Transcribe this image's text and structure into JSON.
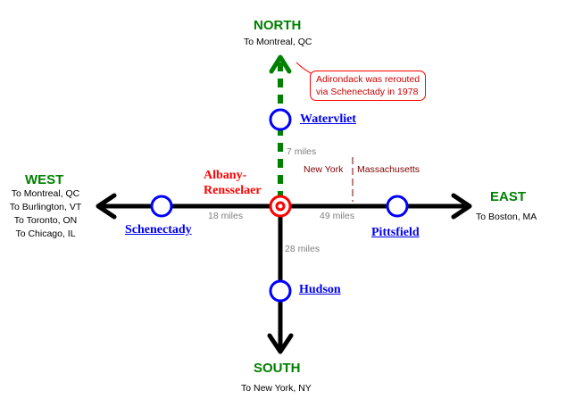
{
  "colors": {
    "direction": "#008000",
    "station_link": "#0000ee",
    "hub": "#ff0000",
    "miles": "#808080",
    "state": "#800000",
    "note": "#cc0000",
    "track": "#000000",
    "rerouted_track": "#008000",
    "station_ring": "#0000ff"
  },
  "directions": {
    "north": {
      "label": "NORTH",
      "destinations": [
        "To Montreal, QC"
      ]
    },
    "south": {
      "label": "SOUTH",
      "destinations": [
        "To New York, NY"
      ]
    },
    "east": {
      "label": "EAST",
      "destinations": [
        "To Boston, MA"
      ]
    },
    "west": {
      "label": "WEST",
      "destinations": [
        "To Montreal, QC",
        "To Burlington, VT",
        "To Toronto, ON",
        "To Chicago, IL"
      ]
    }
  },
  "hub": {
    "line1": "Albany-",
    "line2": "Rensselaer"
  },
  "stations": {
    "north": "Watervliet",
    "west": "Schenectady",
    "east": "Pittsfield",
    "south": "Hudson"
  },
  "distances": {
    "north": "7 miles",
    "west": "18 miles",
    "east": "49 miles",
    "south": "28 miles"
  },
  "state_border": {
    "left": "New York",
    "right": "Massachusetts"
  },
  "note": {
    "line1": "Adirondack was rerouted",
    "line2": "via Schenectady in 1978"
  }
}
